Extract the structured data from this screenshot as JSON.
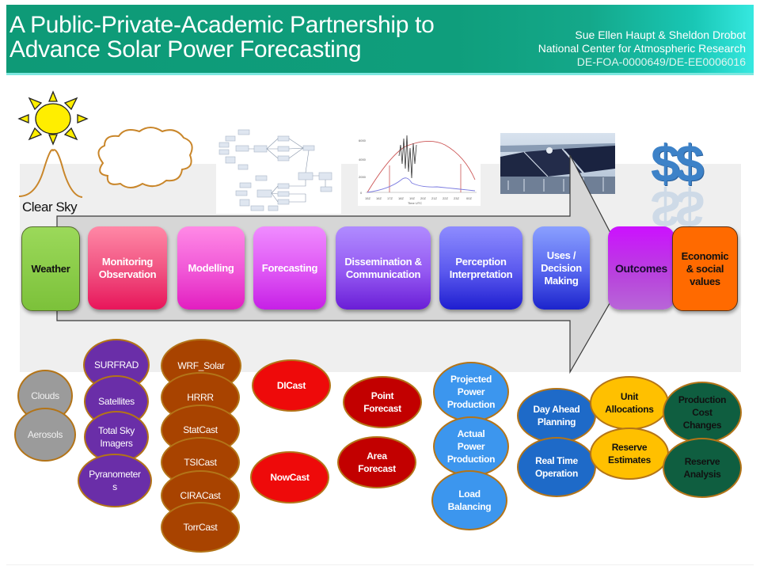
{
  "header": {
    "title_line1": "A Public-Private-Academic Partnership to",
    "title_line2": "Advance Solar Power Forecasting",
    "authors": "Sue Ellen Haupt & Sheldon Drobot",
    "institution": "National Center for Atmospheric Research",
    "award_ids": "DE-FOA-0000649/DE-EE0006016",
    "colors": {
      "bar": "#0f9e7c",
      "accent": "#36e8e0"
    }
  },
  "illustrations": {
    "sun_icon": "sun-icon",
    "clear_sky_label": "Clear Sky",
    "cloud_icon": "cloud-icon",
    "flowchart_thumbnail": "model-flowchart-thumbnail",
    "chart_thumbnail": {
      "y_ticks": [
        "0",
        "2000",
        "4000",
        "6000"
      ],
      "x_ticks": [
        "15Z",
        "16Z",
        "17Z",
        "18Z",
        "19Z",
        "20Z",
        "21Z",
        "22Z",
        "23Z",
        "00Z"
      ],
      "x_label": "Time UTC"
    },
    "photo_thumbnail": "solar-panels-photo",
    "dollar_signs": "$$"
  },
  "pipeline": {
    "stages": [
      {
        "label": "Weather",
        "color": "#8ed04a",
        "text_color": "#111111"
      },
      {
        "label": "Monitoring Observation",
        "color": "#f0406e"
      },
      {
        "label": "Modelling",
        "color": "#f04bcf"
      },
      {
        "label": "Forecasting",
        "color": "#dc4ef2"
      },
      {
        "label": "Dissemination & Communication",
        "color": "#8b46ee"
      },
      {
        "label": "Perception Interpretation",
        "color": "#4a48ec"
      },
      {
        "label": "Uses / Decision Making",
        "color": "#3f54e8"
      },
      {
        "label": "Outcomes",
        "color": "#c22ee0",
        "text_color": "#111111"
      },
      {
        "label": "Economic & social values",
        "color": "#ff6a00",
        "text_color": "#111111"
      }
    ]
  },
  "components": {
    "weather": [
      {
        "label": "Clouds"
      },
      {
        "label": "Aerosols"
      }
    ],
    "observation": [
      {
        "label": "SURFRAD"
      },
      {
        "label": "Satellites"
      },
      {
        "label": "Total Sky Imagers"
      },
      {
        "label": "Pyranometer s"
      }
    ],
    "modelling": [
      {
        "label": "WRF_Solar"
      },
      {
        "label": "HRRR"
      },
      {
        "label": "StatCast"
      },
      {
        "label": "TSICast"
      },
      {
        "label": "CIRACast"
      },
      {
        "label": "TorrCast"
      }
    ],
    "forecasting": [
      {
        "label": "DICast"
      },
      {
        "label": "NowCast"
      }
    ],
    "dissemination": [
      {
        "label": "Point Forecast"
      },
      {
        "label": "Area Forecast"
      }
    ],
    "interpretation": [
      {
        "label": "Projected Power Production"
      },
      {
        "label": "Actual Power Production"
      },
      {
        "label": "Load Balancing"
      }
    ],
    "decisions": [
      {
        "label": "Day Ahead Planning"
      },
      {
        "label": "Real Time Operation"
      }
    ],
    "outcomes": [
      {
        "label": "Unit Allocations"
      },
      {
        "label": "Reserve Estimates"
      }
    ],
    "values": [
      {
        "label": "Production Cost Changes"
      },
      {
        "label": "Reserve Analysis"
      }
    ]
  }
}
